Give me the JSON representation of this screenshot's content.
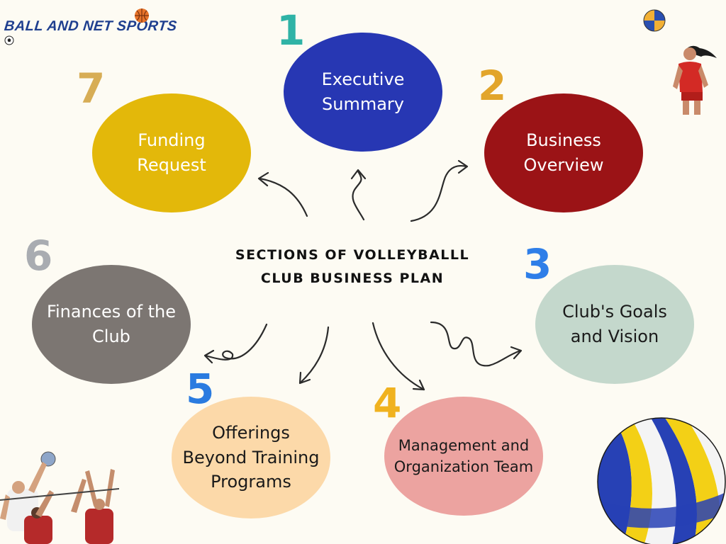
{
  "logo": {
    "text": "BALL AND NET SPORTS"
  },
  "title": {
    "line1": "SECTIONS OF VOLLEYBALLL",
    "line2": "CLUB BUSINESS PLAN"
  },
  "sections": [
    {
      "number": "1",
      "label_line1": "Executive",
      "label_line2": "Summary",
      "color": "#2737b3",
      "text_color": "#ffffff"
    },
    {
      "number": "2",
      "label_line1": "Business",
      "label_line2": "Overview",
      "color": "#9b1316",
      "text_color": "#ffffff"
    },
    {
      "number": "3",
      "label_line1": "Club's Goals",
      "label_line2": "and Vision",
      "color": "#c4d8cc",
      "text_color": "#1a1a1a"
    },
    {
      "number": "4",
      "label_line1": "Management and",
      "label_line2": "Organization Team",
      "color": "#eca3a0",
      "text_color": "#1a1a1a"
    },
    {
      "number": "5",
      "label_line1": "Offerings",
      "label_line2": "Beyond Training",
      "label_line3": "Programs",
      "color": "#fcd9a9",
      "text_color": "#1a1a1a"
    },
    {
      "number": "6",
      "label_line1": "Finances of the",
      "label_line2": "Club",
      "color": "#7c7672",
      "text_color": "#ffffff"
    },
    {
      "number": "7",
      "label_line1": "Funding",
      "label_line2": "Request",
      "color": "#e3b80a",
      "text_color": "#ffffff"
    }
  ],
  "number_colors": {
    "1": "#2fb3a6",
    "2": "#e2a52b",
    "3": "#2e7ee8",
    "4": "#f0b21f",
    "5": "#2a7be0",
    "6": "#a9acb1",
    "7": "#d7ad55"
  }
}
